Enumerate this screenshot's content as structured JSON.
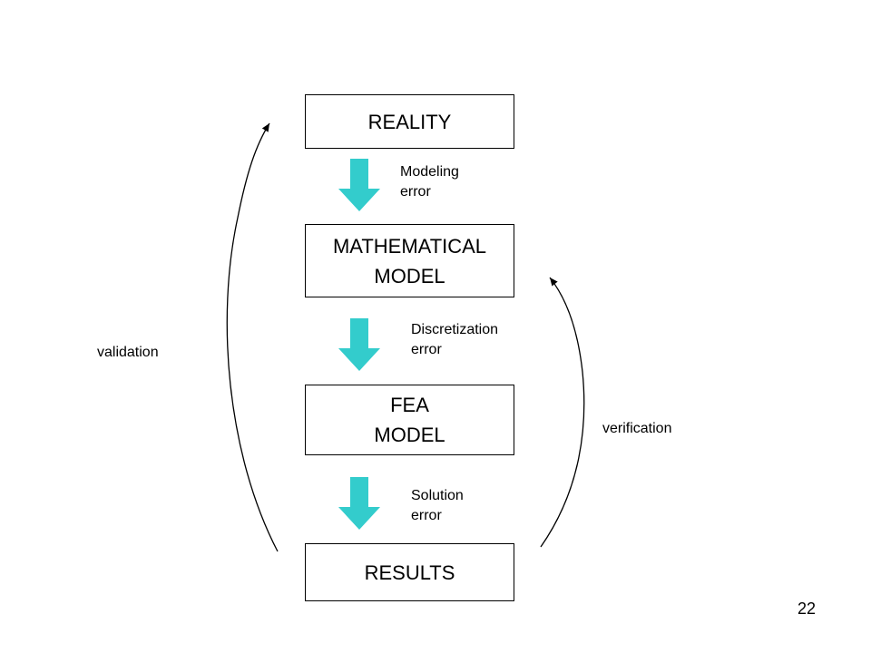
{
  "boxes": {
    "reality": [
      "REALITY"
    ],
    "mathematical_model": [
      "MATHEMATICAL",
      "MODEL"
    ],
    "fea_model": [
      "FEA",
      "MODEL"
    ],
    "results": [
      "RESULTS"
    ]
  },
  "errors": {
    "modeling": [
      "Modeling",
      "error"
    ],
    "discretization": [
      "Discretization",
      "error"
    ],
    "solution": [
      "Solution",
      "error"
    ]
  },
  "loops": {
    "validation": "validation",
    "verification": "verification"
  },
  "colors": {
    "flow_arrow": "#33CCCC",
    "line": "#000000"
  },
  "page_number": "22"
}
